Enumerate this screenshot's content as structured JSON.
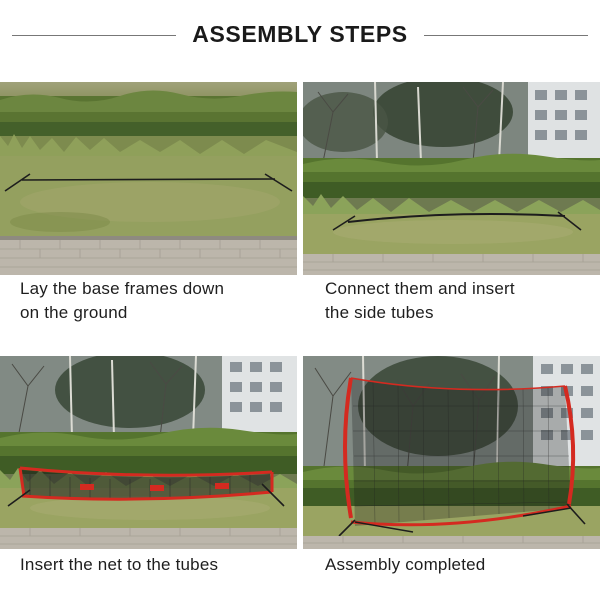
{
  "header": {
    "title": "ASSEMBLY STEPS"
  },
  "steps": [
    {
      "line1": "Lay the base frames down",
      "line2": "on the ground"
    },
    {
      "line1": "Connect them and insert",
      "line2": "the side tubes"
    },
    {
      "line1": "Insert the net to the tubes",
      "line2": ""
    },
    {
      "line1": "Assembly completed",
      "line2": ""
    }
  ],
  "colors": {
    "net_frame": "#d42a20",
    "grass": "#8a9a52",
    "hedge": "#4e6b2a",
    "paving": "#b9b3a8"
  }
}
